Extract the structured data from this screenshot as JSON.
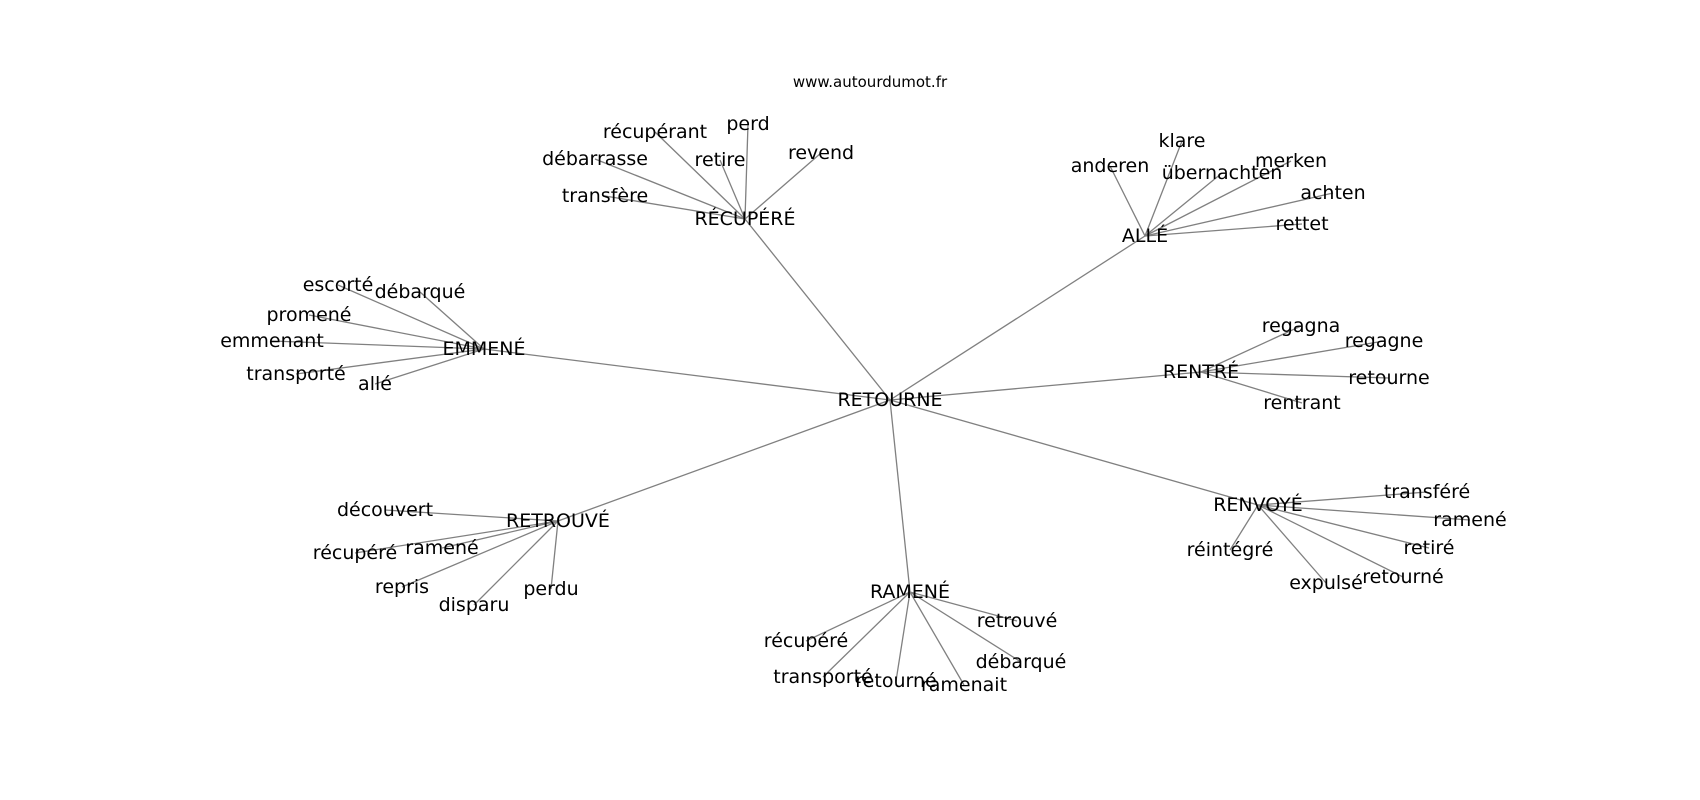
{
  "source": "www.autourdumot.fr",
  "graph": {
    "center": "RETOURNE",
    "hubs": [
      {
        "label": "RÉCUPÉRÉ",
        "leaves": [
          "récupérant",
          "perd",
          "débarrasse",
          "retire",
          "revend",
          "transfère"
        ]
      },
      {
        "label": "ALLÉ",
        "leaves": [
          "klare",
          "anderen",
          "übernachten",
          "merken",
          "achten",
          "rettet"
        ]
      },
      {
        "label": "EMMENÉ",
        "leaves": [
          "escorté",
          "débarqué",
          "promené",
          "emmenant",
          "transporté",
          "allé"
        ]
      },
      {
        "label": "RENTRÉ",
        "leaves": [
          "regagna",
          "regagne",
          "retourne",
          "rentrant"
        ]
      },
      {
        "label": "RETROUVÉ",
        "leaves": [
          "découvert",
          "récupéré",
          "ramené",
          "repris",
          "disparu",
          "perdu"
        ]
      },
      {
        "label": "RENVOYÉ",
        "leaves": [
          "transféré",
          "ramené",
          "retiré",
          "réintégré",
          "retourné",
          "expulsé"
        ]
      },
      {
        "label": "RAMENÉ",
        "leaves": [
          "retrouvé",
          "récupéré",
          "débarqué",
          "transporté",
          "retourné",
          "ramenait"
        ]
      }
    ]
  }
}
